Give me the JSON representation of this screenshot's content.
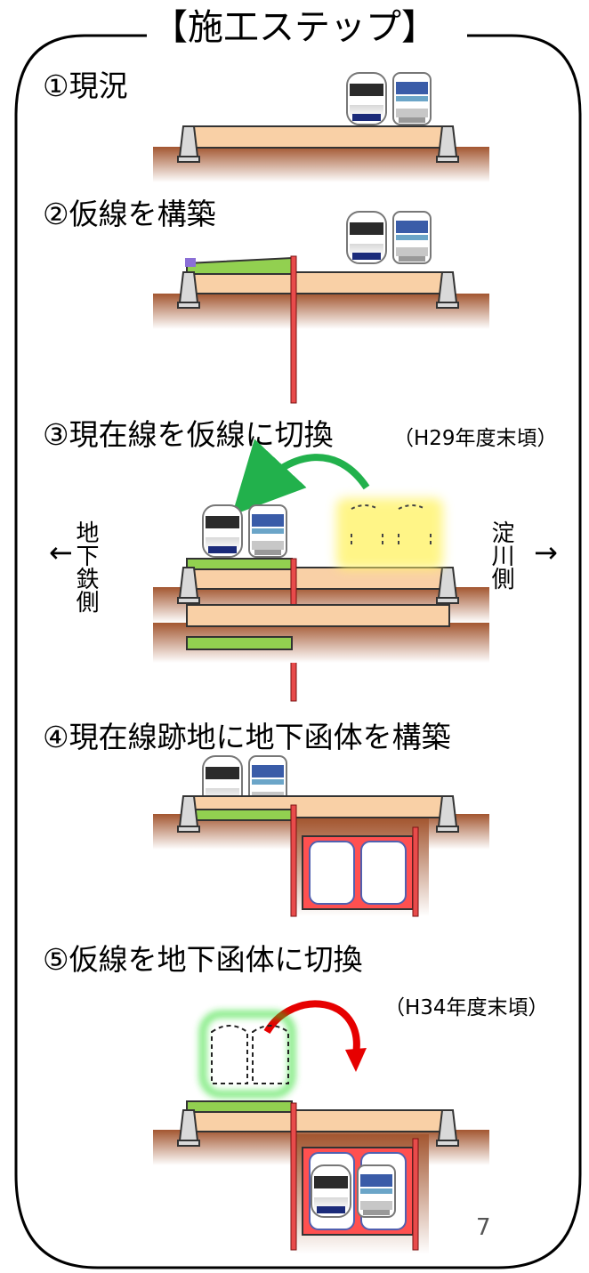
{
  "header": {
    "title": "【施工ステップ】"
  },
  "steps": [
    {
      "label": "①現況"
    },
    {
      "label": "②仮線を構築"
    },
    {
      "label": "③現在線を仮線に切換",
      "note": "（H29年度末頃）"
    },
    {
      "label": "④現在線跡地に地下函体を構築"
    },
    {
      "label": "⑤仮線を地下函体に切換",
      "note": "（H34年度末頃）"
    }
  ],
  "directions": {
    "left": {
      "label": "地下鉄側",
      "arrow": "left-arrow-icon"
    },
    "right": {
      "label": "淀川側",
      "arrow": "right-arrow-icon"
    }
  },
  "page_number": "7",
  "colors": {
    "ground": "#a35630",
    "embankment": "#f9d0a6",
    "temporary_track": "#92d050",
    "sheet_pile": "#e84b4b",
    "culvert": "#ff5050",
    "green_arrow": "#22b14c",
    "red_arrow": "#e60000",
    "highlight_yellow": "#fff36b",
    "highlight_green": "#22dd22"
  }
}
